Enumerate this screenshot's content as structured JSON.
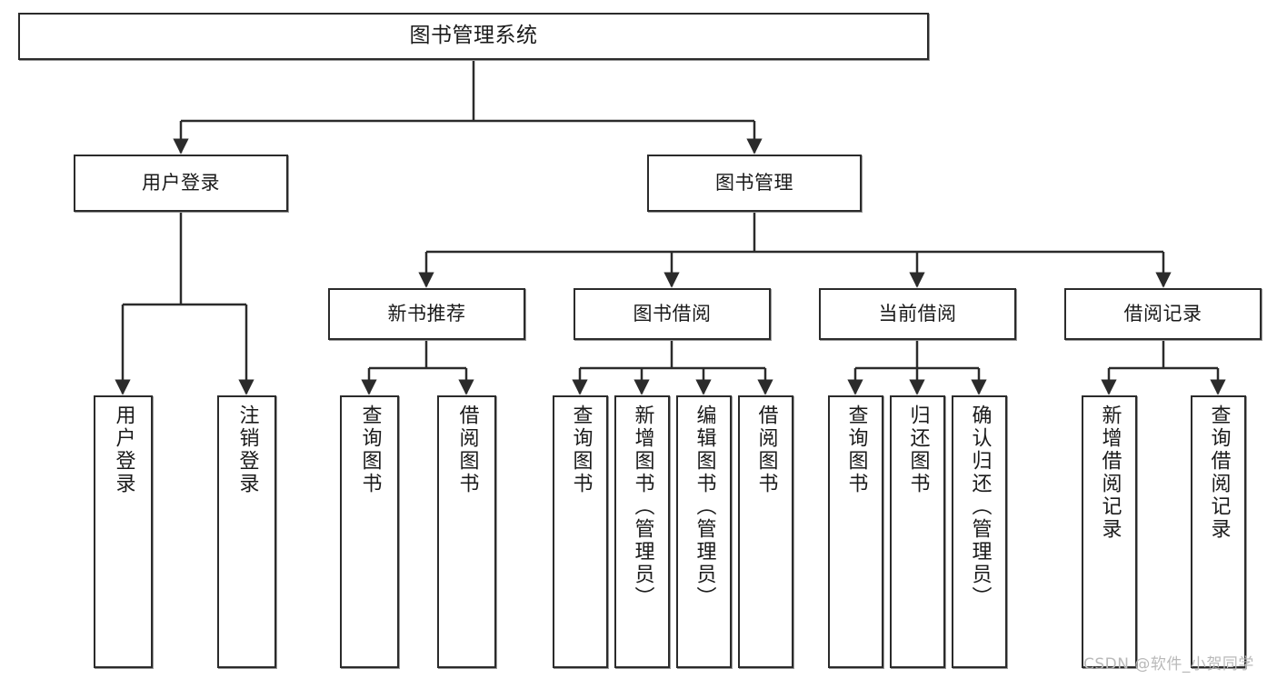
{
  "diagram": {
    "title": "图书管理系统",
    "type": "hierarchy-tree",
    "watermark": "CSDN @软件_小贺同学",
    "colors": {
      "box_border": "#2b2b2b",
      "box_fill": "#ffffff",
      "edge": "#2b2b2b",
      "text": "#1a1a1a",
      "watermark": "#b9b9b9"
    },
    "nodes": {
      "root": {
        "label": "图书管理系统"
      },
      "level2": [
        {
          "id": "user-login",
          "label": "用户登录"
        },
        {
          "id": "book-management",
          "label": "图书管理"
        }
      ],
      "level3": [
        {
          "id": "new-book-recommend",
          "label": "新书推荐"
        },
        {
          "id": "book-borrow",
          "label": "图书借阅"
        },
        {
          "id": "current-borrow",
          "label": "当前借阅"
        },
        {
          "id": "borrow-record",
          "label": "借阅记录"
        }
      ],
      "leaves": {
        "user_login": [
          {
            "id": "leaf-user-login",
            "label": "用户登录"
          },
          {
            "id": "leaf-user-logout",
            "label": "注销登录"
          }
        ],
        "new_book_recommend": [
          {
            "id": "leaf-query-book-1",
            "label": "查询图书"
          },
          {
            "id": "leaf-borrow-book-1",
            "label": "借阅图书"
          }
        ],
        "book_borrow": [
          {
            "id": "leaf-query-book-2",
            "label": "查询图书"
          },
          {
            "id": "leaf-add-book",
            "label": "新增图书（管理员）"
          },
          {
            "id": "leaf-edit-book",
            "label": "编辑图书（管理员）"
          },
          {
            "id": "leaf-borrow-book-2",
            "label": "借阅图书"
          }
        ],
        "current_borrow": [
          {
            "id": "leaf-query-book-3",
            "label": "查询图书"
          },
          {
            "id": "leaf-return-book",
            "label": "归还图书"
          },
          {
            "id": "leaf-confirm-return",
            "label": "确认归还（管理员）"
          }
        ],
        "borrow_record": [
          {
            "id": "leaf-add-record",
            "label": "新增借阅记录"
          },
          {
            "id": "leaf-query-record",
            "label": "查询借阅记录"
          }
        ]
      }
    },
    "edges": [
      {
        "from": "图书管理系统",
        "to": "用户登录"
      },
      {
        "from": "图书管理系统",
        "to": "图书管理"
      },
      {
        "from": "用户登录",
        "to": "用户登录"
      },
      {
        "from": "用户登录",
        "to": "注销登录"
      },
      {
        "from": "图书管理",
        "to": "新书推荐"
      },
      {
        "from": "图书管理",
        "to": "图书借阅"
      },
      {
        "from": "图书管理",
        "to": "当前借阅"
      },
      {
        "from": "图书管理",
        "to": "借阅记录"
      },
      {
        "from": "新书推荐",
        "to": "查询图书"
      },
      {
        "from": "新书推荐",
        "to": "借阅图书"
      },
      {
        "from": "图书借阅",
        "to": "查询图书"
      },
      {
        "from": "图书借阅",
        "to": "新增图书（管理员）"
      },
      {
        "from": "图书借阅",
        "to": "编辑图书（管理员）"
      },
      {
        "from": "图书借阅",
        "to": "借阅图书"
      },
      {
        "from": "当前借阅",
        "to": "查询图书"
      },
      {
        "from": "当前借阅",
        "to": "归还图书"
      },
      {
        "from": "当前借阅",
        "to": "确认归还（管理员）"
      },
      {
        "from": "借阅记录",
        "to": "新增借阅记录"
      },
      {
        "from": "借阅记录",
        "to": "查询借阅记录"
      }
    ]
  }
}
